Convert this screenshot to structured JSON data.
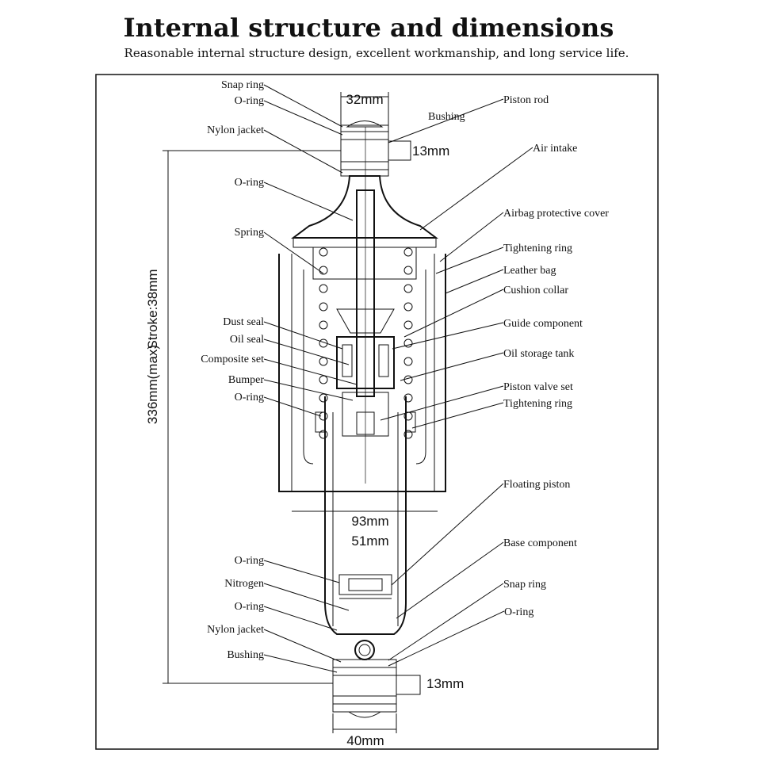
{
  "header": {
    "title": "Internal structure and dimensions",
    "subtitle": "Reasonable internal structure design, excellent workmanship, and long service life."
  },
  "dimensions": {
    "top_width": "32mm",
    "top_bore": "13mm",
    "bushing": "Bushing",
    "length": "336mm(max)",
    "stroke": "Stroke:38mm",
    "body_width": "93mm",
    "tube_width": "51mm",
    "bottom_bore": "13mm",
    "bottom_width": "40mm"
  },
  "left_labels": [
    "Snap ring",
    "O-ring",
    "Nylon jacket",
    "O-ring",
    "Spring",
    "Dust seal",
    "Oil seal",
    "Composite set",
    "Bumper",
    "O-ring",
    "O-ring",
    "Nitrogen",
    "O-ring",
    "Nylon jacket",
    "Bushing"
  ],
  "right_labels": [
    "Piston rod",
    "Air intake",
    "Airbag protective cover",
    "Tightening ring",
    "Leather bag",
    "Cushion collar",
    "Guide component",
    "Oil storage tank",
    "Piston valve set",
    "Tightening ring",
    "Floating piston",
    "Base component",
    "Snap ring",
    "O-ring"
  ]
}
